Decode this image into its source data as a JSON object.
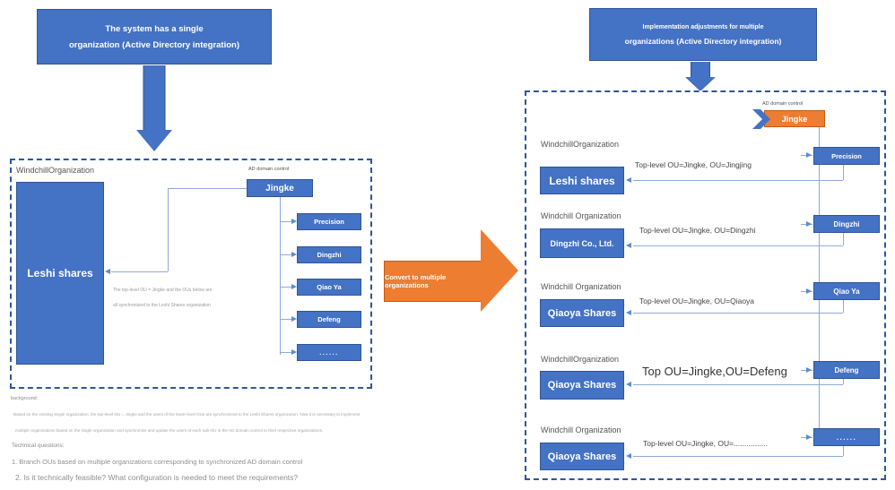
{
  "left": {
    "banner": {
      "line1": "The system has a single",
      "line2": "organization (Active Directory integration)"
    },
    "panel": {
      "org_label": "WindchillOrganization",
      "ad_label": "AD domain control",
      "org_box": "Leshi shares",
      "root_ou": "Jingke",
      "note_line1": "The top-level OU = Jingke and the OUs below are",
      "note_line2": "all synchronized to the Leshi Shares organization",
      "ou_children": [
        "Precision",
        "Dingzhi",
        "Qiao Ya",
        "Defeng",
        "......"
      ]
    }
  },
  "convert_arrow": {
    "label": "Convert to multiple organizations"
  },
  "right": {
    "banner": {
      "line1": "Implementation adjustments for multiple",
      "line2": "organizations (Active Directory integration)"
    },
    "panel": {
      "ad_label": "AD domain control",
      "root_ou": "Jingke",
      "rows": [
        {
          "org_label": "WindchillOrganization",
          "org_box": "Leshi shares",
          "mapping": "Top-level OU=Jingke, OU=Jingjing",
          "ou_box": "Precision"
        },
        {
          "org_label": "Windchill Organization",
          "org_box": "Dingzhi Co., Ltd.",
          "mapping": "Top-level OU=Jingke, OU=Dingzhi",
          "ou_box": "Dingzhi"
        },
        {
          "org_label": "Windchill Organization",
          "org_box": "Qiaoya Shares",
          "mapping": "Top-level OU=Jingke, OU=Qiaoya",
          "ou_box": "Qiao Ya"
        },
        {
          "org_label": "WindchillOrganization",
          "org_box": "Qiaoya Shares",
          "mapping": "Top OU=Jingke,OU=Defeng",
          "ou_box": "Defeng"
        },
        {
          "org_label": "Windchill Organization",
          "org_box": "Qiaoya Shares",
          "mapping": "Top-level OU=Jingke, OU=................",
          "ou_box": "......"
        }
      ]
    }
  },
  "notes": {
    "background_heading": "background:",
    "background_line1": "Based on the existing single organization, the top-level OU = Jingke and the users of the lower-level OUs are synchronized to the Leshi Shares organization. Now it is necessary to implement",
    "background_line2": "multiple organizations based on the single organization and synchronize and update the users of each sub-OU in the AD domain control to their respective organizations.",
    "questions_heading": "Technical questions:",
    "question1": "1. Branch OUs based on multiple organizations corresponding to synchronized AD domain control",
    "question2": "2. Is it technically feasible? What configuration is needed to meet the requirements?"
  },
  "colors": {
    "blue": "#4472C4",
    "blue_border": "#2F5597",
    "orange": "#ED7D31",
    "connector": "#8FAADC"
  }
}
